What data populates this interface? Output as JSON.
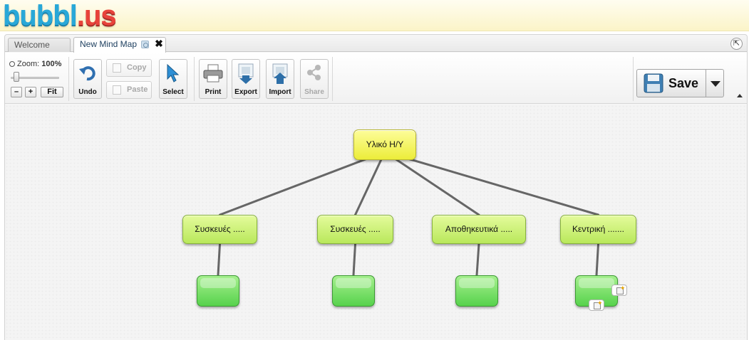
{
  "logo": {
    "part1": "bubbl",
    "part2": ".us"
  },
  "tabs": [
    {
      "label": "Welcome",
      "active": false
    },
    {
      "label": "New Mind Map",
      "active": true
    }
  ],
  "toolbar": {
    "zoom_label": "Zoom:",
    "zoom_value": "100%",
    "zoom_minus": "–",
    "zoom_plus": "+",
    "zoom_fit": "Fit",
    "undo": "Undo",
    "copy": "Copy",
    "paste": "Paste",
    "select": "Select",
    "print": "Print",
    "export": "Export",
    "import": "Import",
    "share": "Share",
    "save": "Save"
  },
  "mindmap": {
    "root": "Υλικό Η/Υ",
    "children": [
      "Συσκευές .....",
      "Συσκευές .....",
      "Αποθηκευτικά .....",
      "Κεντρική ......."
    ],
    "leaves": [
      "",
      "",
      "",
      ""
    ]
  },
  "colors": {
    "root_node": "#f4f46a",
    "child_node": "#c8ef76",
    "leaf_node": "#6edb5c",
    "connector": "#666666",
    "logo_blue": "#29a8d8",
    "logo_red": "#e8433b"
  }
}
